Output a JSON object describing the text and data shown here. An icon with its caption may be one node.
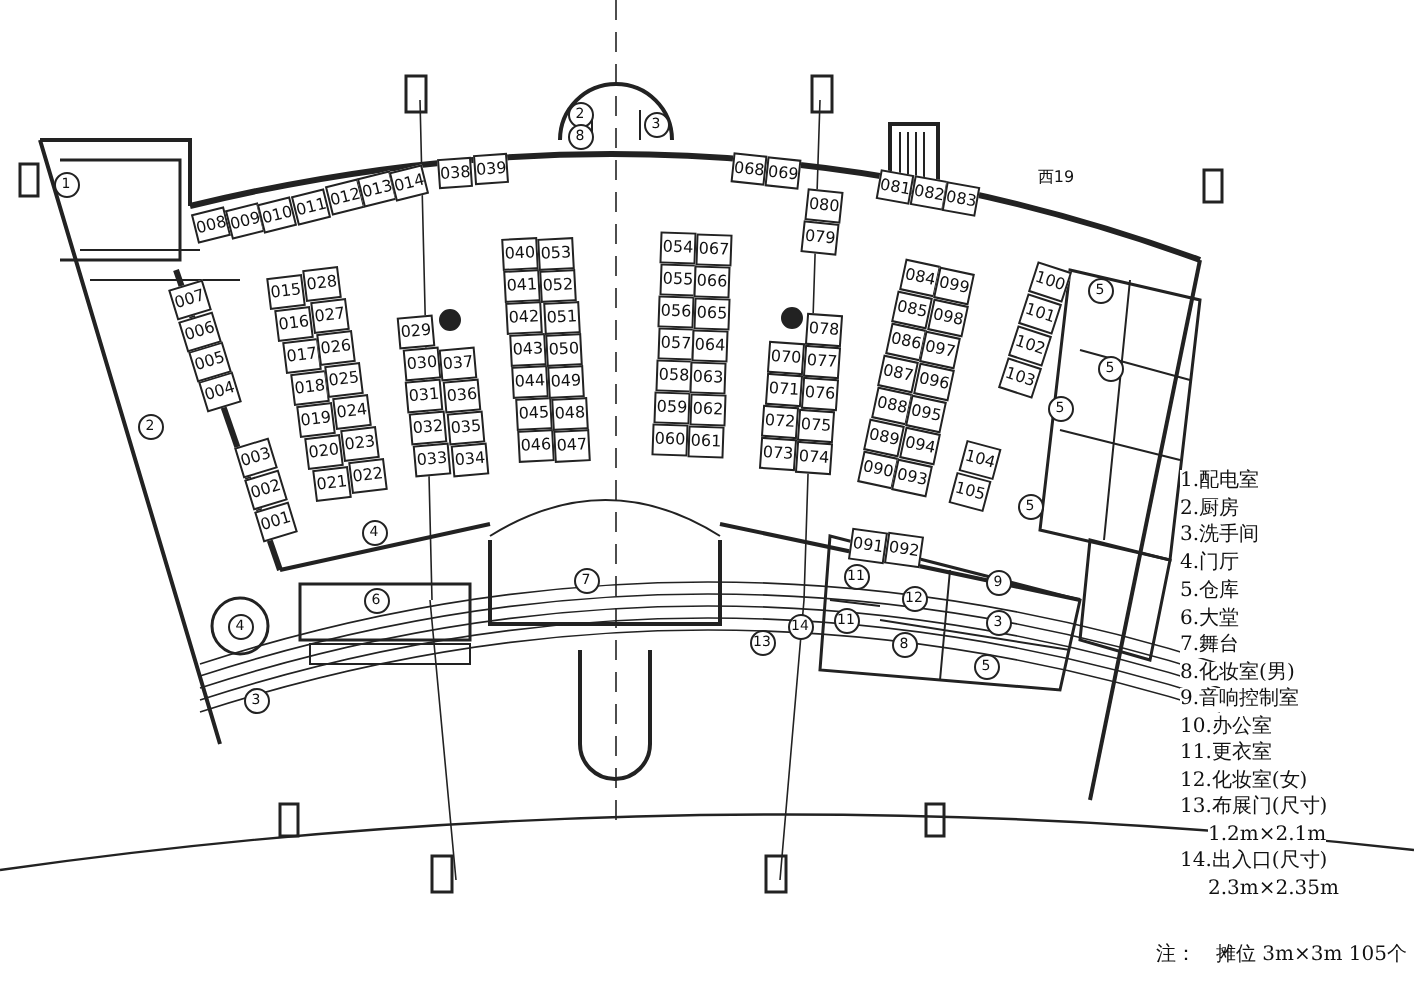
{
  "diagram": {
    "nodes": [
      {
        "text": [
          "001"
        ]
      },
      {
        "text": [
          "002"
        ]
      },
      {
        "text": [
          "003"
        ]
      },
      {
        "text": [
          "004"
        ]
      },
      {
        "text": [
          "005"
        ]
      },
      {
        "text": [
          "006"
        ]
      },
      {
        "text": [
          "007"
        ]
      },
      {
        "text": [
          "008"
        ]
      },
      {
        "text": [
          "009"
        ]
      },
      {
        "text": [
          "010"
        ]
      },
      {
        "text": [
          "011"
        ]
      },
      {
        "text": [
          "012"
        ]
      },
      {
        "text": [
          "013"
        ]
      },
      {
        "text": [
          "014"
        ]
      },
      {
        "text": [
          "015"
        ]
      },
      {
        "text": [
          "016"
        ]
      },
      {
        "text": [
          "017"
        ]
      },
      {
        "text": [
          "018"
        ]
      },
      {
        "text": [
          "019"
        ]
      },
      {
        "text": [
          "020"
        ]
      },
      {
        "text": [
          "021"
        ]
      },
      {
        "text": [
          "022"
        ]
      },
      {
        "text": [
          "023"
        ]
      },
      {
        "text": [
          "024"
        ]
      },
      {
        "text": [
          "025"
        ]
      },
      {
        "text": [
          "026"
        ]
      },
      {
        "text": [
          "027"
        ]
      },
      {
        "text": [
          "028"
        ]
      },
      {
        "text": [
          "029"
        ]
      },
      {
        "text": [
          "030"
        ]
      },
      {
        "text": [
          "031"
        ]
      },
      {
        "text": [
          "032"
        ]
      },
      {
        "text": [
          "033"
        ]
      },
      {
        "text": [
          "034"
        ]
      },
      {
        "text": [
          "035"
        ]
      },
      {
        "text": [
          "036"
        ]
      },
      {
        "text": [
          "037"
        ]
      },
      {
        "text": [
          "038"
        ]
      },
      {
        "text": [
          "039"
        ]
      },
      {
        "text": [
          "040"
        ]
      },
      {
        "text": [
          "041"
        ]
      },
      {
        "text": [
          "042"
        ]
      },
      {
        "text": [
          "043"
        ]
      },
      {
        "text": [
          "044"
        ]
      },
      {
        "text": [
          "045"
        ]
      },
      {
        "text": [
          "046"
        ]
      },
      {
        "text": [
          "047"
        ]
      },
      {
        "text": [
          "048"
        ]
      },
      {
        "text": [
          "049"
        ]
      },
      {
        "text": [
          "050"
        ]
      },
      {
        "text": [
          "051"
        ]
      },
      {
        "text": [
          "052"
        ]
      },
      {
        "text": [
          "053"
        ]
      },
      {
        "text": [
          "054"
        ]
      },
      {
        "text": [
          "055"
        ]
      },
      {
        "text": [
          "056"
        ]
      },
      {
        "text": [
          "057"
        ]
      },
      {
        "text": [
          "058"
        ]
      },
      {
        "text": [
          "059"
        ]
      },
      {
        "text": [
          "060"
        ]
      },
      {
        "text": [
          "061"
        ]
      },
      {
        "text": [
          "062"
        ]
      },
      {
        "text": [
          "063"
        ]
      },
      {
        "text": [
          "064"
        ]
      },
      {
        "text": [
          "065"
        ]
      },
      {
        "text": [
          "066"
        ]
      },
      {
        "text": [
          "067"
        ]
      },
      {
        "text": [
          "068"
        ]
      },
      {
        "text": [
          "069"
        ]
      },
      {
        "text": [
          "070"
        ]
      },
      {
        "text": [
          "071"
        ]
      },
      {
        "text": [
          "072"
        ]
      },
      {
        "text": [
          "073"
        ]
      },
      {
        "text": [
          "074"
        ]
      },
      {
        "text": [
          "075"
        ]
      },
      {
        "text": [
          "076"
        ]
      },
      {
        "text": [
          "077"
        ]
      },
      {
        "text": [
          "078"
        ]
      },
      {
        "text": [
          "079"
        ]
      },
      {
        "text": [
          "080"
        ]
      },
      {
        "text": [
          "081"
        ]
      },
      {
        "text": [
          "082"
        ]
      },
      {
        "text": [
          "083"
        ]
      },
      {
        "text": [
          "084"
        ]
      },
      {
        "text": [
          "085"
        ]
      },
      {
        "text": [
          "086"
        ]
      },
      {
        "text": [
          "087"
        ]
      },
      {
        "text": [
          "088"
        ]
      },
      {
        "text": [
          "089"
        ]
      },
      {
        "text": [
          "090"
        ]
      },
      {
        "text": [
          "091"
        ]
      },
      {
        "text": [
          "092"
        ]
      },
      {
        "text": [
          "093"
        ]
      },
      {
        "text": [
          "094"
        ]
      },
      {
        "text": [
          "095"
        ]
      },
      {
        "text": [
          "096"
        ]
      },
      {
        "text": [
          "097"
        ]
      },
      {
        "text": [
          "098"
        ]
      },
      {
        "text": [
          "099"
        ]
      },
      {
        "text": [
          "100"
        ]
      },
      {
        "text": [
          "101"
        ]
      },
      {
        "text": [
          "102"
        ]
      },
      {
        "text": [
          "103"
        ]
      },
      {
        "text": [
          "104"
        ]
      },
      {
        "text": [
          "105"
        ]
      }
    ],
    "labels": [
      "2",
      "8",
      "3",
      "西19",
      "1",
      "5",
      "5",
      "5",
      "2",
      "5",
      "4",
      "11",
      "7",
      "9",
      "12",
      "6",
      "3",
      "11",
      "4",
      "14",
      "13",
      "8",
      "5",
      "3",
      "1.配电室",
      "2.厨房",
      "3.洗手间",
      "4.门厅",
      "5.仓库",
      "6.大堂",
      "7.舞台",
      "8.化妆室(男)",
      "9.音响控制室",
      "10.办公室",
      "11.更衣室",
      "12.化妆室(女)",
      "13.布展门(尺寸)",
      "1.2m×2.1m",
      "14.出入口(尺寸)",
      "2.3m×2.35m",
      "注：",
      "摊位 3m×3m 105个"
    ]
  }
}
